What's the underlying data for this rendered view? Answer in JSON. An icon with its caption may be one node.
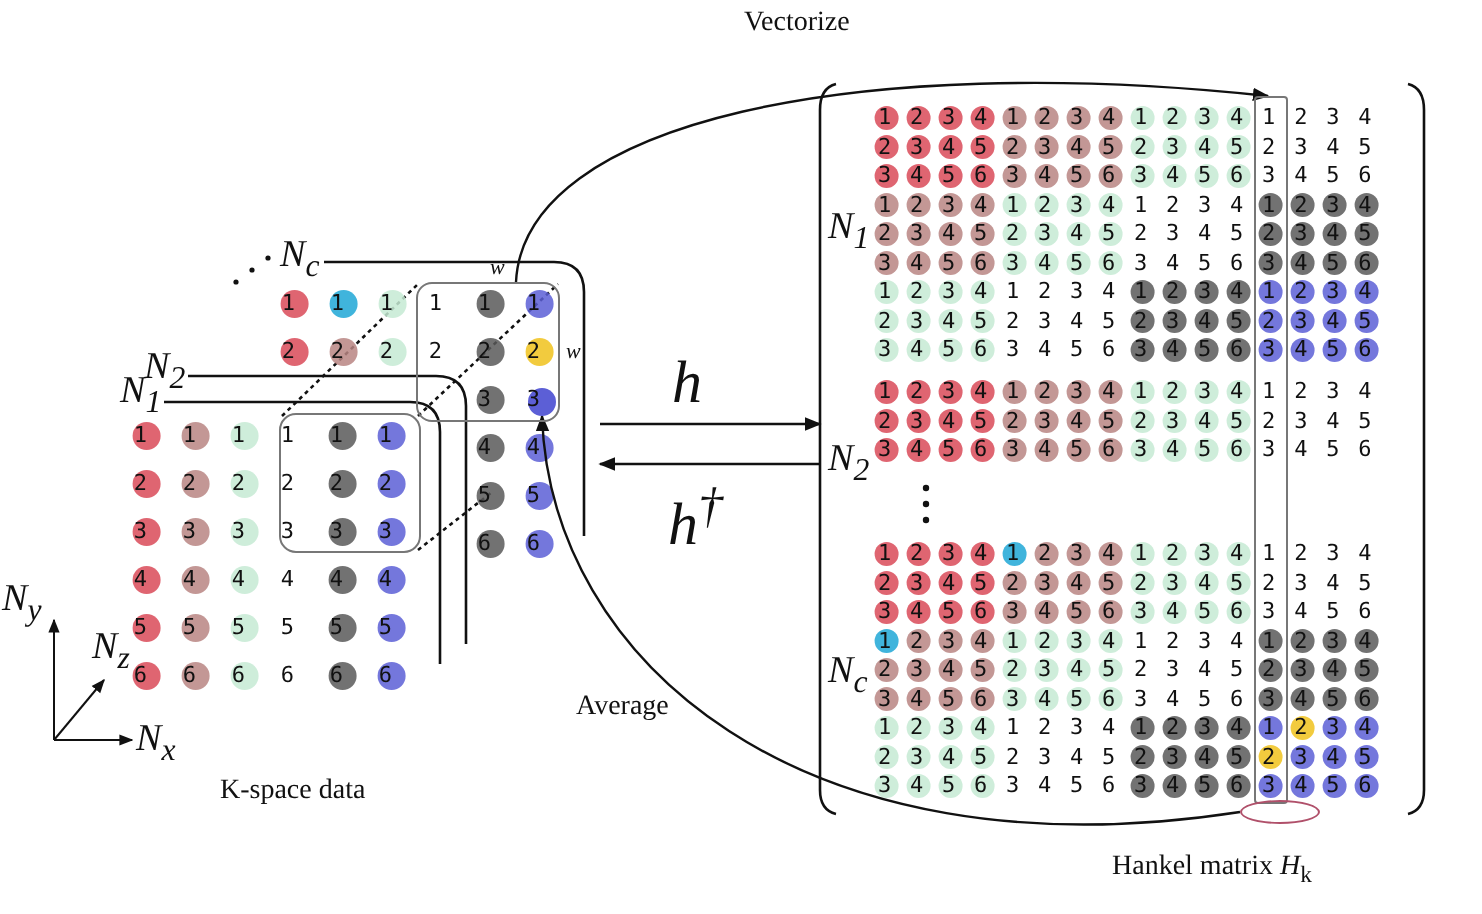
{
  "diagram": {
    "nodes": [
      {
        "text": [
          "K-space data"
        ]
      },
      {
        "text": [
          "Hankel matrix *H*$_{k}$"
        ]
      },
      {
        "text": [],
        "shape": "box",
        "in": 0,
        "beside": [
          "w",
          "w"
        ]
      },
      {
        "text": [],
        "shape": "box",
        "in": 1
      },
      {
        "text": [],
        "shape": "circle",
        "in": 1
      },
      {
        "text": [],
        "shape": "circle",
        "in": 2
      }
    ],
    "edges": [
      {
        "from": 2,
        "to": 3,
        "arrow": "to",
        "label": "Vectorize"
      },
      {
        "from": 0,
        "to": 1,
        "arrow": "to",
        "label": "h"
      },
      {
        "from": 1,
        "to": 0,
        "arrow": "to",
        "label": "h$^{†}$"
      },
      {
        "from": 4,
        "to": 5,
        "arrow": "to",
        "label": "Average"
      }
    ],
    "labels": [
      "N$_{c}$",
      "N$_{2}$",
      "N$_{1}$",
      "1 1 1 1 1 1",
      "2 2 2 2 2 2",
      "3 3",
      "4 4",
      "5 5",
      "6 6",
      "1 1 1 1 1 1",
      "2 2 2 2 2 2",
      "3 3 3 3 3 3",
      "4 4 4 4 4 4",
      "5 5 5 5 5 5",
      "6 6 6 6 6 6",
      "N$_{y}$",
      "N$_{z}$",
      "N$_{x}$",
      "N$_{1}$",
      "N$_{2}$",
      "N$_{c}$",
      "1 2 3 4 1 2 3 4 1 2 3 4 1 2 3 4",
      "2 3 4 5 2 3 4 5 2 3 4 5 2 3 4 5",
      "3 4 5 6 3 4 5 6 3 4 5 6 3 4 5 6",
      "1 2 3 4 1 2 3 4 1 2 3 4 1 2 3 4",
      "2 3 4 5 2 3 4 5 2 3 4 5 2 3 4 5",
      "3 4 5 6 3 4 5 6 3 4 5 6 3 4 5 6",
      "1 2 3 4 1 2 3 4 1 2 3 4 1 2 3 4",
      "2 3 4 5 2 3 4 5 2 3 4 5 2 3 4 5",
      "3 4 5 6 3 4 5 6 3 4 5 6 3 4 5 6",
      "1 2 3 4 1 2 3 4 1 2 3 4 1 2 3 4",
      "2 3 4 5 2 3 4 5 2 3 4 5 2 3 4 5",
      "3 4 5 6 3 4 5 6 3 4 5 6 3 4 5 6",
      "1 2 3 4 1 2 3 4 1 2 3 4 1 2 3 4",
      "2 3 4 5 2 3 4 5 2 3 4 5 2 3 4 5",
      "3 4 5 6 3 4 5 6 3 4 5 6 3 4 5 6",
      "1 2 3 4 1 2 3 4 1 2 3 4 1 2 3 4",
      "2 3 4 5 2 3 4 5 2 3 4 5 2 3 4 5",
      "3 4 5 6 3 4 5 6 3 4 5 6 3 4 5 6",
      "1 2 3 4 1 2 3 4 1 2 3 4 1 2 3 4",
      "2 3 4 5 2 3 4 5 2 3 4 5 2 3 4 5",
      "3 4 5 6 3 4 5 6 3 4 5 6 3 4 5 6"
    ]
  }
}
